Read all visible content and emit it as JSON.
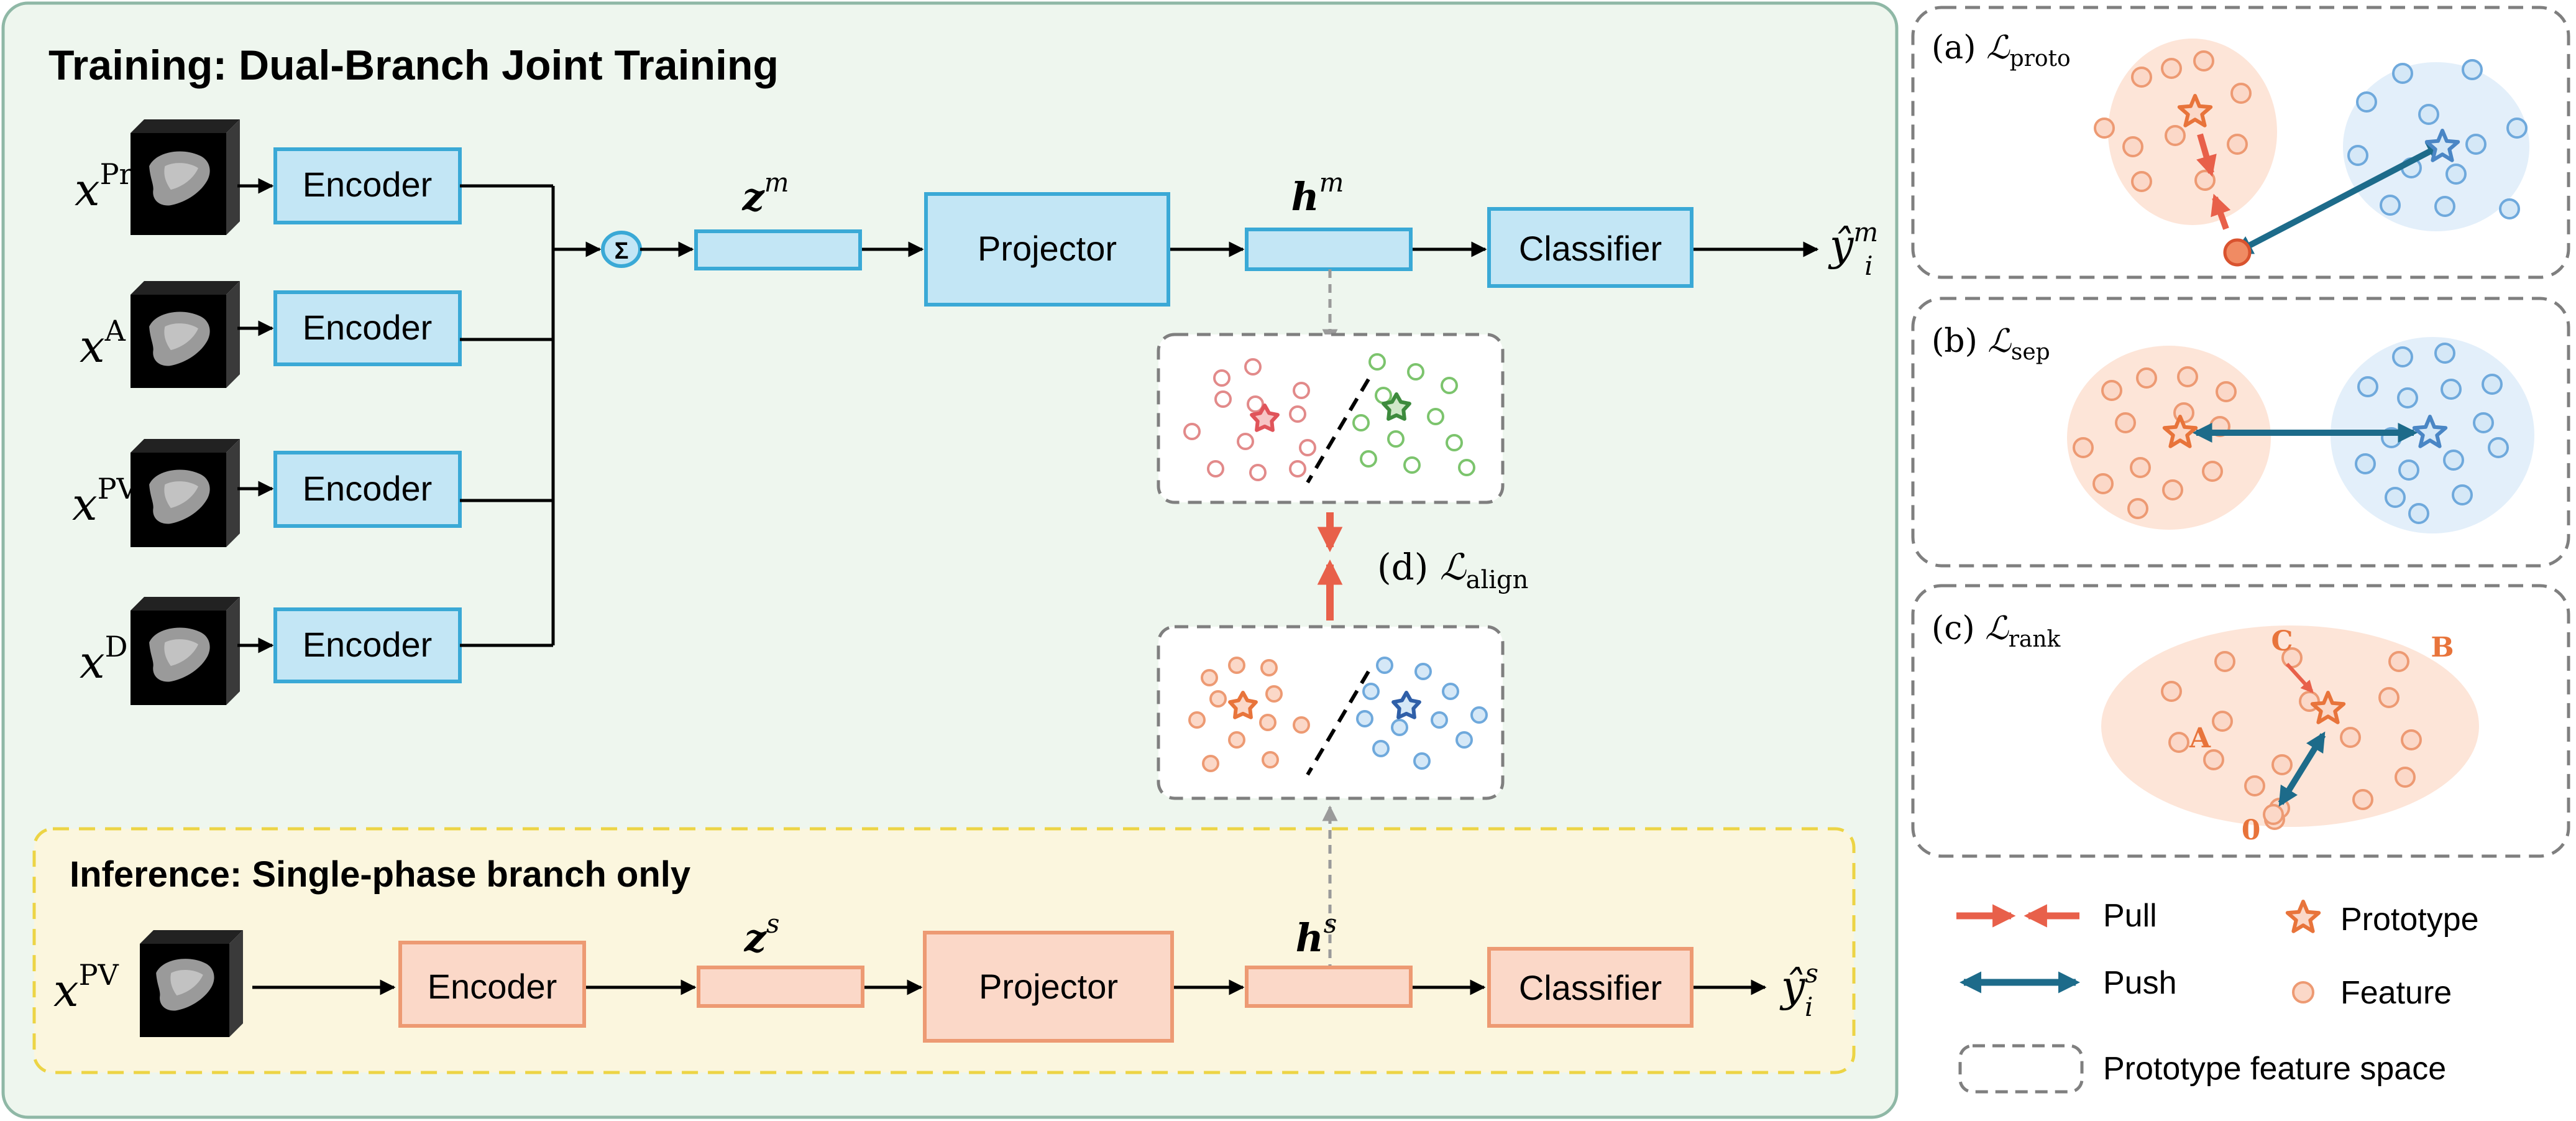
{
  "training": {
    "title": "Training: Dual-Branch Joint Training",
    "inputs": [
      {
        "base": "x",
        "sup": "Pre"
      },
      {
        "base": "x",
        "sup": "A"
      },
      {
        "base": "x",
        "sup": "PV"
      },
      {
        "base": "x",
        "sup": "D"
      }
    ],
    "encoder_label": "Encoder",
    "sum_symbol": "Σ",
    "z_label": {
      "base": "z",
      "sup": "m"
    },
    "projector_label": "Projector",
    "h_label": {
      "base": "h",
      "sup": "m"
    },
    "classifier_label": "Classifier",
    "output_label": {
      "base": "ŷ",
      "sub": "i",
      "sup": "m"
    }
  },
  "align": {
    "prefix": "(d) ",
    "script": "ℒ",
    "sub": "align"
  },
  "inference": {
    "title": "Inference: Single-phase branch only",
    "input": {
      "base": "x",
      "sup": "PV"
    },
    "encoder_label": "Encoder",
    "z_label": {
      "base": "z",
      "sup": "s"
    },
    "projector_label": "Projector",
    "h_label": {
      "base": "h",
      "sup": "s"
    },
    "classifier_label": "Classifier",
    "output_label": {
      "base": "ŷ",
      "sub": "i",
      "sup": "s"
    }
  },
  "panels": {
    "a": {
      "prefix": "(a) ",
      "script": "ℒ",
      "sub": "proto"
    },
    "b": {
      "prefix": "(b) ",
      "script": "ℒ",
      "sub": "sep"
    },
    "c": {
      "prefix": "(c) ",
      "script": "ℒ",
      "sub": "rank",
      "points": [
        "C",
        "B",
        "A",
        "0"
      ]
    }
  },
  "legend": {
    "pull": "Pull",
    "push": "Push",
    "prototype": "Prototype",
    "feature": "Feature",
    "space": "Prototype feature space"
  },
  "colors": {
    "blue_fill": "#c3e6f5",
    "blue_stroke": "#3aa9d6",
    "orange_fill": "#fbd8c8",
    "orange_stroke": "#ed9a73",
    "panel_green": "#eef6ee",
    "panel_yellow": "#fbf6de",
    "pull_red": "#e8604a",
    "push_blue": "#1d6b8a",
    "star_orange": "#e8743b",
    "star_blue": "#4a86c5",
    "star_red": "#e0545a",
    "star_green": "#3d8b3d"
  }
}
